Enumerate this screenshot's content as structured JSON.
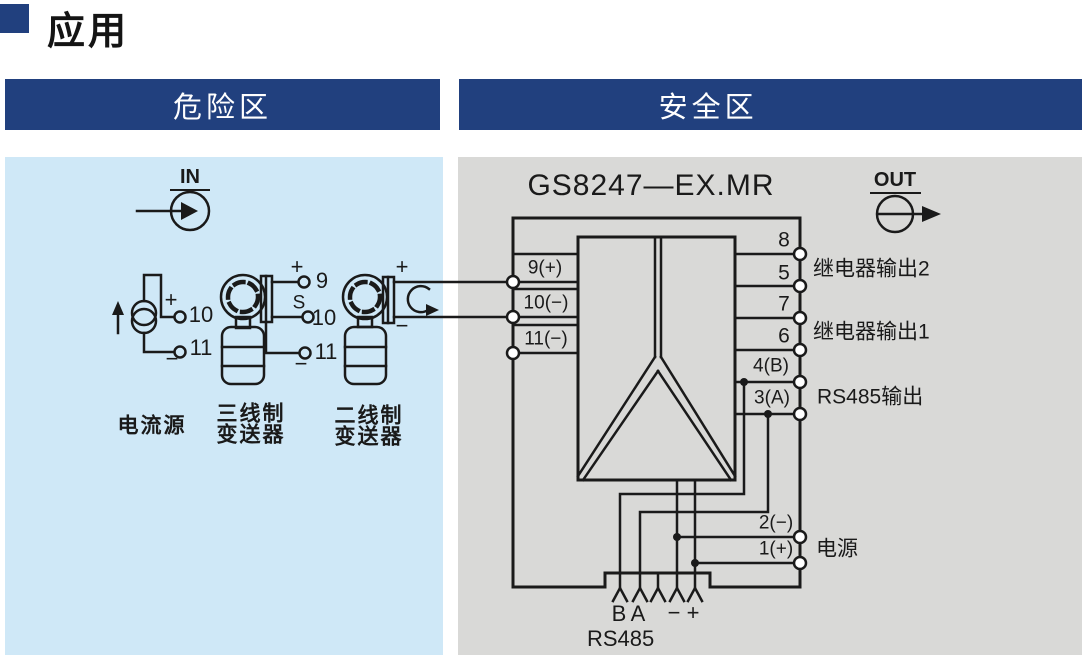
{
  "title": {
    "text": "应用"
  },
  "zones": {
    "hazardous": "危险区",
    "safe": "安全区"
  },
  "colors": {
    "header_blue": "#21407e",
    "hazard_panel_bg": "#cfe8f7",
    "safe_panel_bg": "#d9d9d7",
    "line": "#1a1a1a"
  },
  "hazardous": {
    "in_label": "IN",
    "current_source": {
      "label": "电流源",
      "plus": "+",
      "minus": "−",
      "t10": "10",
      "t11": "11"
    },
    "three_wire": {
      "label1": "三线制",
      "label2": "变送器",
      "plus": "+",
      "s": "S",
      "minus": "−",
      "t9": "9",
      "t10": "10",
      "t11": "11"
    },
    "two_wire": {
      "label1": "二线制",
      "label2": "变送器",
      "plus": "+",
      "minus": "−"
    }
  },
  "safe": {
    "out_label": "OUT",
    "device_model": "GS8247—EX.MR",
    "left_terminals": [
      "9(+)",
      "10(−)",
      "11(−)"
    ],
    "right_terminals": [
      "8",
      "5",
      "7",
      "6",
      "4(B)",
      "3(A)"
    ],
    "power_terminals": [
      "2(−)",
      "1(+)"
    ],
    "labels": {
      "relay2": "继电器输出2",
      "relay1": "继电器输出1",
      "rs485_out": "RS485输出",
      "power": "电源"
    },
    "bottom": {
      "b": "B",
      "a": "A",
      "minus": "−",
      "plus": "+",
      "bus": "RS485"
    }
  }
}
